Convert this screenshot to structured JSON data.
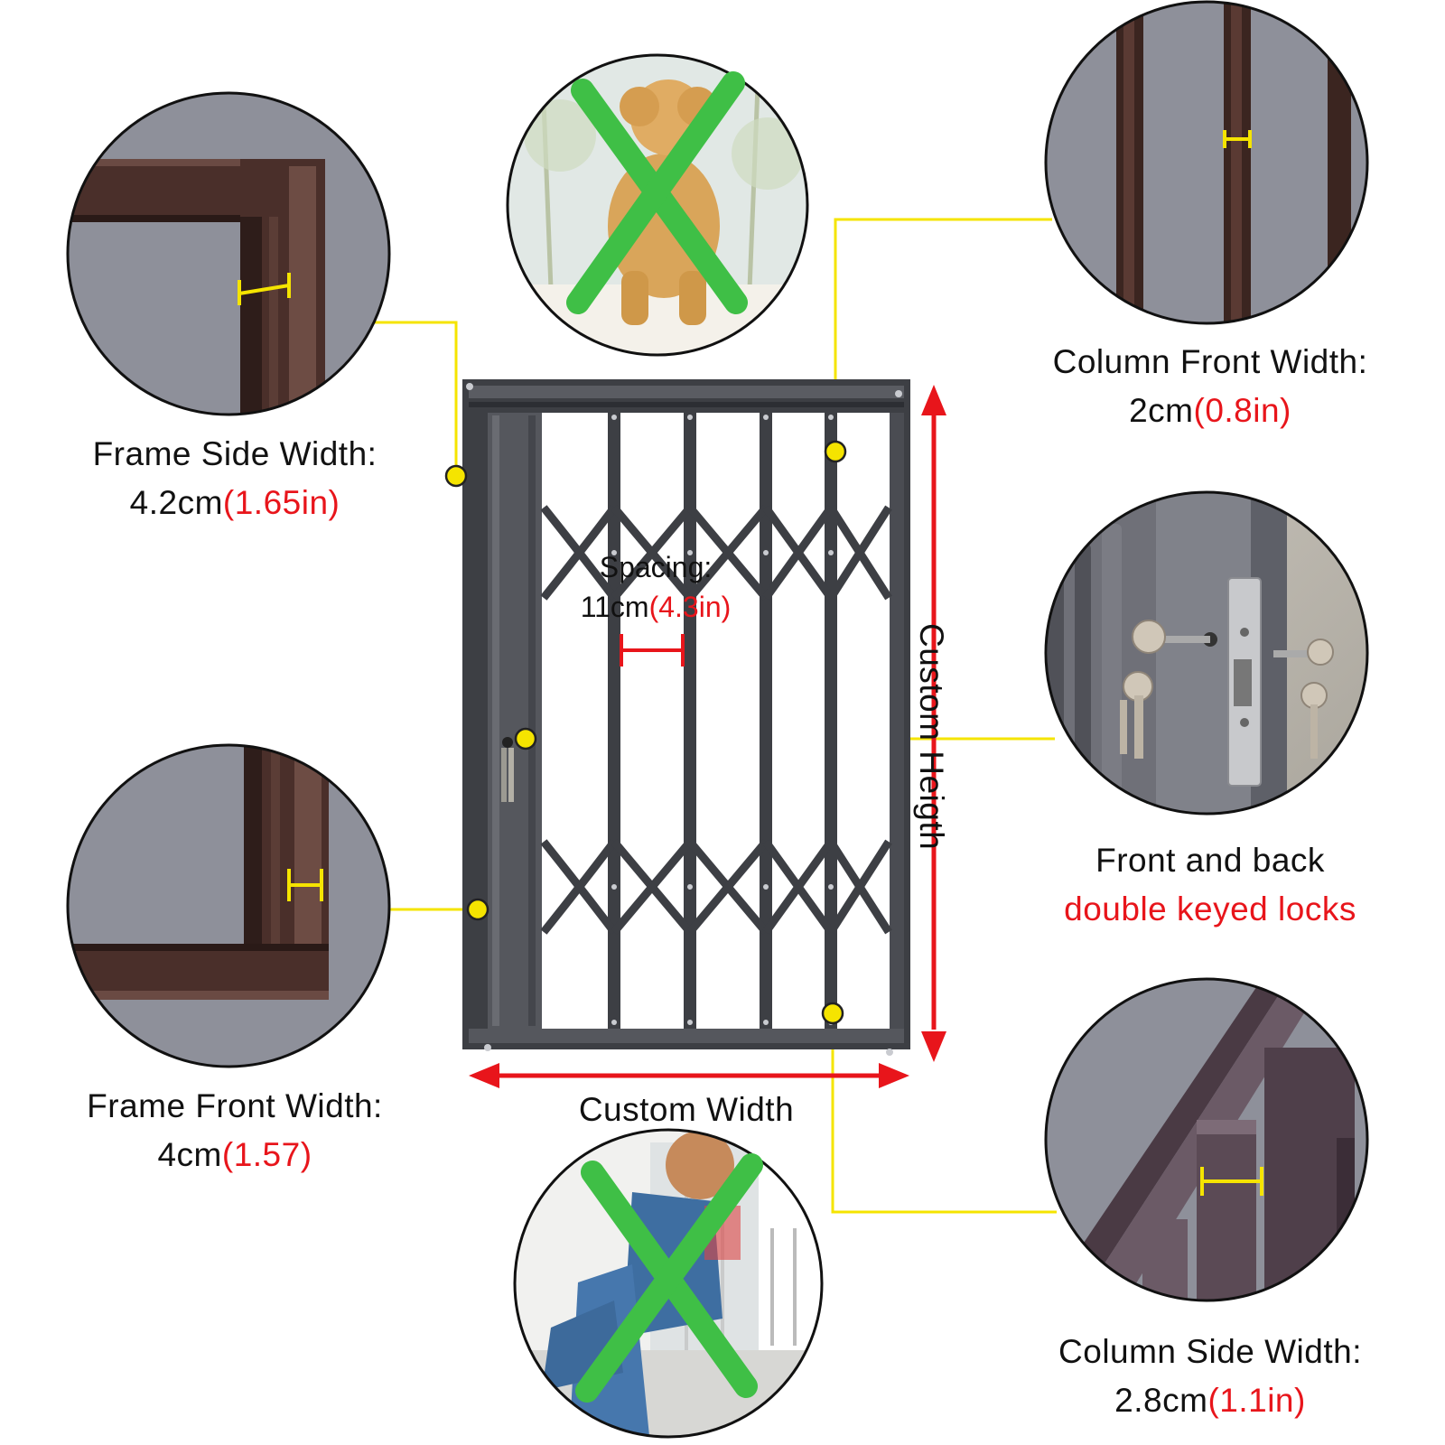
{
  "callouts": {
    "frame_side_width": {
      "title": "Frame Side Width:",
      "value": "4.2cm",
      "value_imperial": "(1.65in)"
    },
    "frame_front_width": {
      "title": "Frame Front Width:",
      "value": "4cm",
      "value_imperial": "(1.57)"
    },
    "column_front_width": {
      "title": "Column Front Width:",
      "value": "2cm",
      "value_imperial": "(0.8in)"
    },
    "column_side_width": {
      "title": "Column Side Width:",
      "value": "2.8cm",
      "value_imperial": "(1.1in)"
    },
    "locks": {
      "line1": "Front and back",
      "line2": "double keyed locks"
    }
  },
  "gate": {
    "spacing_title": "Spacing:",
    "spacing_value": "11cm",
    "spacing_value_imperial": "(4.3in)",
    "custom_width": "Custom Width",
    "custom_height": "Custom Heigth"
  },
  "colors": {
    "accent_red": "#e8151b",
    "leader_yellow": "#f5e400",
    "cross_green": "#3fbf46",
    "frame_dark": "#3d3f44",
    "detail_bg": "#8d8f99"
  },
  "icons": {
    "dog_photo": "dog-not-allowed-icon",
    "child_photo": "child-not-allowed-icon"
  }
}
